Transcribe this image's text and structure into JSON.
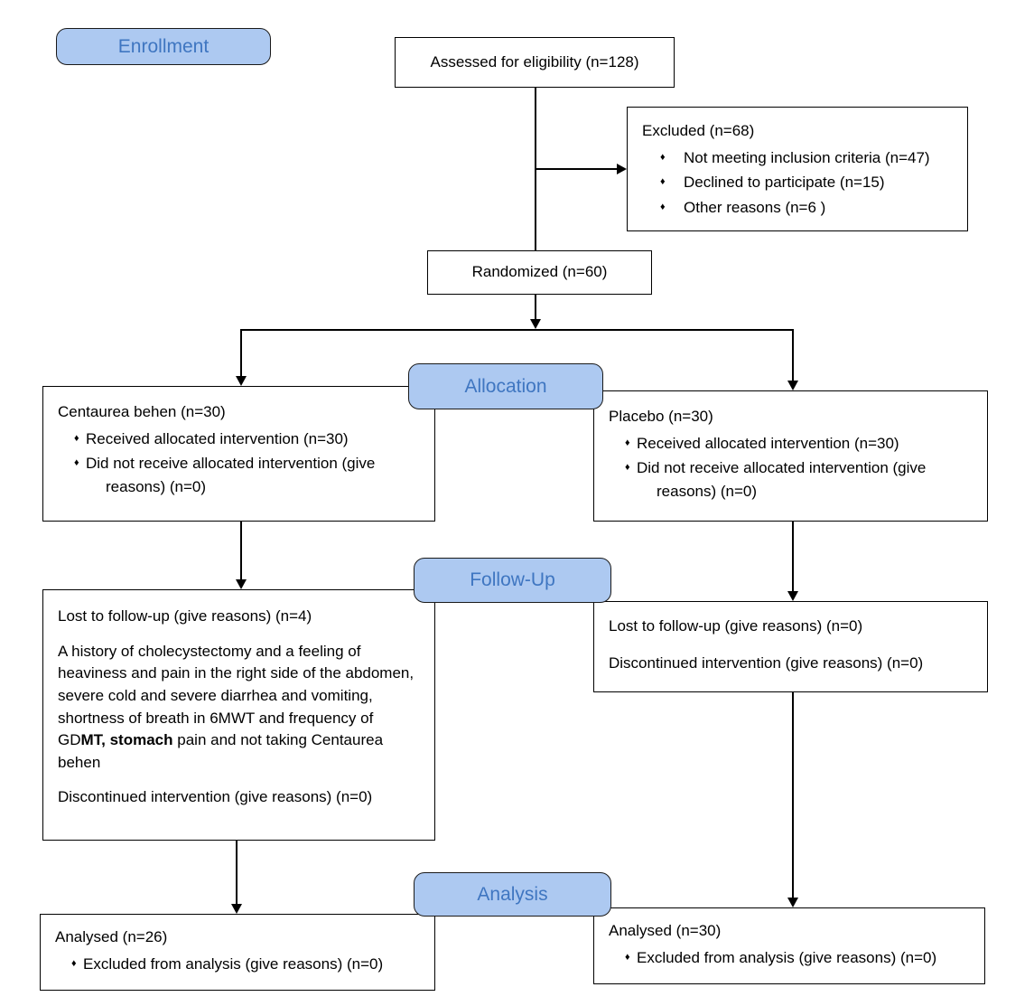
{
  "ui": {
    "bullet_char": "♦"
  },
  "colors": {
    "badge_fill": "#adc9f1",
    "badge_text": "#3f76c1",
    "box_border": "#000000",
    "background": "#ffffff"
  },
  "stages": {
    "enrollment": "Enrollment",
    "allocation": "Allocation",
    "followup": "Follow-Up",
    "analysis": "Analysis"
  },
  "boxes": {
    "assessed": "Assessed for eligibility (n=128)",
    "excluded": {
      "title": "Excluded (n=68)",
      "items": [
        "Not meeting inclusion criteria (n=47)",
        "Declined to participate (n=15)",
        "Other reasons (n=6 )"
      ]
    },
    "randomized": "Randomized (n=60)",
    "allocation_left": {
      "title": "Centaurea behen (n=30)",
      "items": [
        "Received allocated intervention (n=30)",
        "Did not receive allocated intervention (give reasons) (n=0)"
      ]
    },
    "allocation_right": {
      "title": "Placebo (n=30)",
      "items": [
        "Received allocated intervention (n=30)",
        "Did not receive allocated intervention (give reasons) (n=0)"
      ]
    },
    "followup_left": {
      "lost": "Lost to follow-up (give reasons) (n=4)",
      "reason_pre": "A history of cholecystectomy and a feeling of heaviness and pain in the right side of the abdomen, severe cold and severe diarrhea and vomiting, shortness of breath in 6MWT and frequency of GD",
      "reason_bold": "MT, stomach",
      "reason_post": " pain and not taking Centaurea behen",
      "discontinued": "Discontinued intervention (give reasons) (n=0)"
    },
    "followup_right": {
      "lost": "Lost to follow-up (give reasons) (n=0)",
      "discontinued": "Discontinued intervention (give reasons) (n=0)"
    },
    "analysis_left": {
      "title": "Analysed (n=26)",
      "items": [
        "Excluded from analysis (give reasons) (n=0)"
      ]
    },
    "analysis_right": {
      "title": "Analysed (n=30)",
      "items": [
        "Excluded from analysis (give reasons) (n=0)"
      ]
    }
  }
}
